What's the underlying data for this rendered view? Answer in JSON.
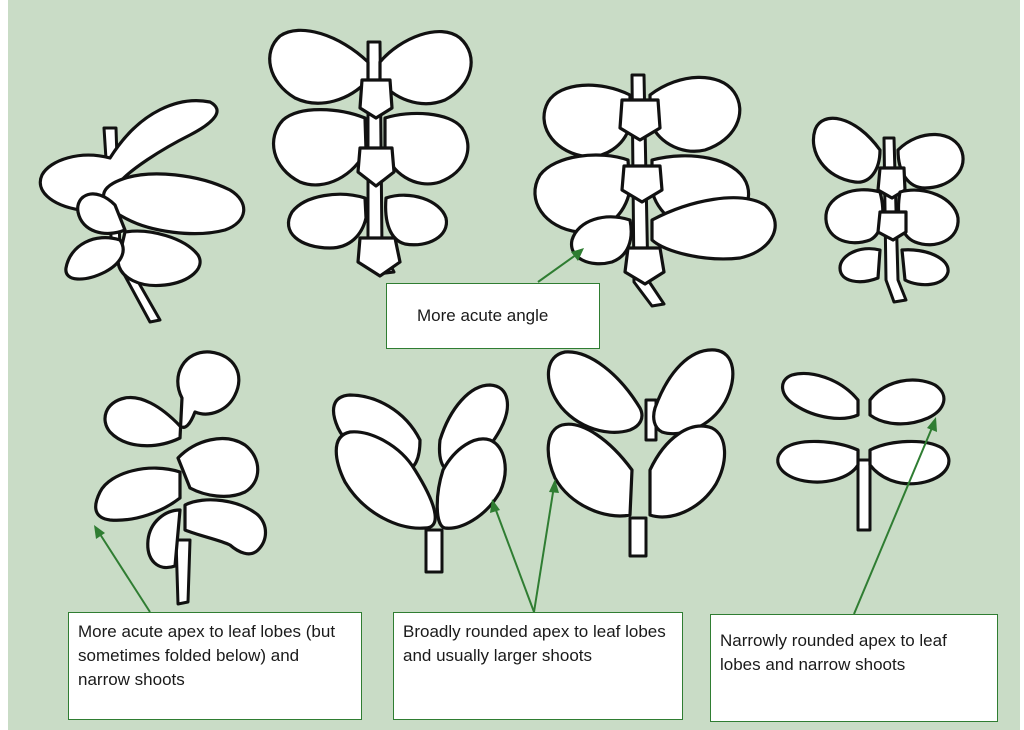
{
  "colors": {
    "background": "#c9dcc6",
    "arrow": "#2f7d32",
    "box_border": "#2f7d32",
    "outline": "#111111"
  },
  "labels": {
    "acute_angle": "More acute angle",
    "acute_apex": "More acute apex to leaf lobes (but sometimes folded below) and narrow shoots",
    "broad_apex": "Broadly rounded apex to leaf lobes and usually larger shoots",
    "narrow_apex": "Narrowly rounded apex to leaf lobes and narrow shoots"
  }
}
